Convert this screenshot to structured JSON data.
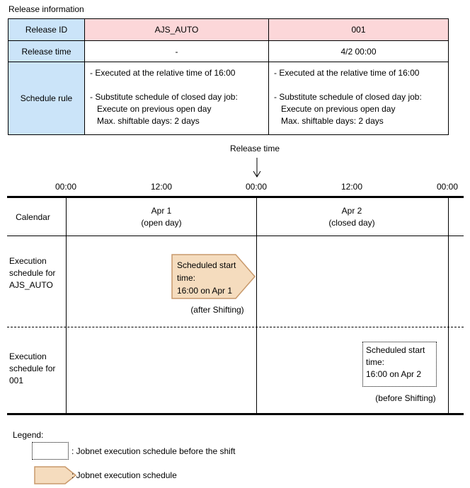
{
  "title": "Release information",
  "colors": {
    "header_blue": "#CBE4F9",
    "release_id_pink": "#FCD7D9",
    "schedule_fill": "#F5DCBE",
    "schedule_border": "#C8996B",
    "line_black": "#000000"
  },
  "release_table": {
    "header_col": [
      "Release ID",
      "Release time",
      "Schedule rule"
    ],
    "release_id": [
      "AJS_AUTO",
      "001"
    ],
    "release_time": [
      "-",
      "4/2 00:00"
    ],
    "schedule_rule": {
      "line1": "- Executed at the relative time of 16:00",
      "line2": "- Substitute schedule of closed day job:",
      "line3": "Execute on previous open day",
      "line4": "Max. shiftable days: 2 days"
    }
  },
  "timeline": {
    "release_time_label": "Release time",
    "ticks": [
      "00:00",
      "12:00",
      "00:00",
      "12:00",
      "00:00"
    ],
    "calendar": {
      "label": "Calendar",
      "apr1_line1": "Apr 1",
      "apr1_line2": "(open day)",
      "apr2_line1": "Apr 2",
      "apr2_line2": "(closed day)"
    },
    "ajs_auto_row": {
      "label_line1": "Execution",
      "label_line2": "schedule for",
      "label_line3": "AJS_AUTO",
      "box_line1": "Scheduled start",
      "box_line2": "time:",
      "box_line3": "16:00 on Apr 1",
      "note": "(after Shifting)"
    },
    "job001_row": {
      "label_line1": "Execution",
      "label_line2": "schedule for",
      "label_line3": "001",
      "box_line1": "Scheduled start",
      "box_line2": "time:",
      "box_line3": "16:00 on Apr 2",
      "note": "(before Shifting)"
    }
  },
  "legend": {
    "title": "Legend:",
    "before_shift_label": ": Jobnet execution schedule before the shift",
    "schedule_label": ": Jobnet execution schedule"
  }
}
